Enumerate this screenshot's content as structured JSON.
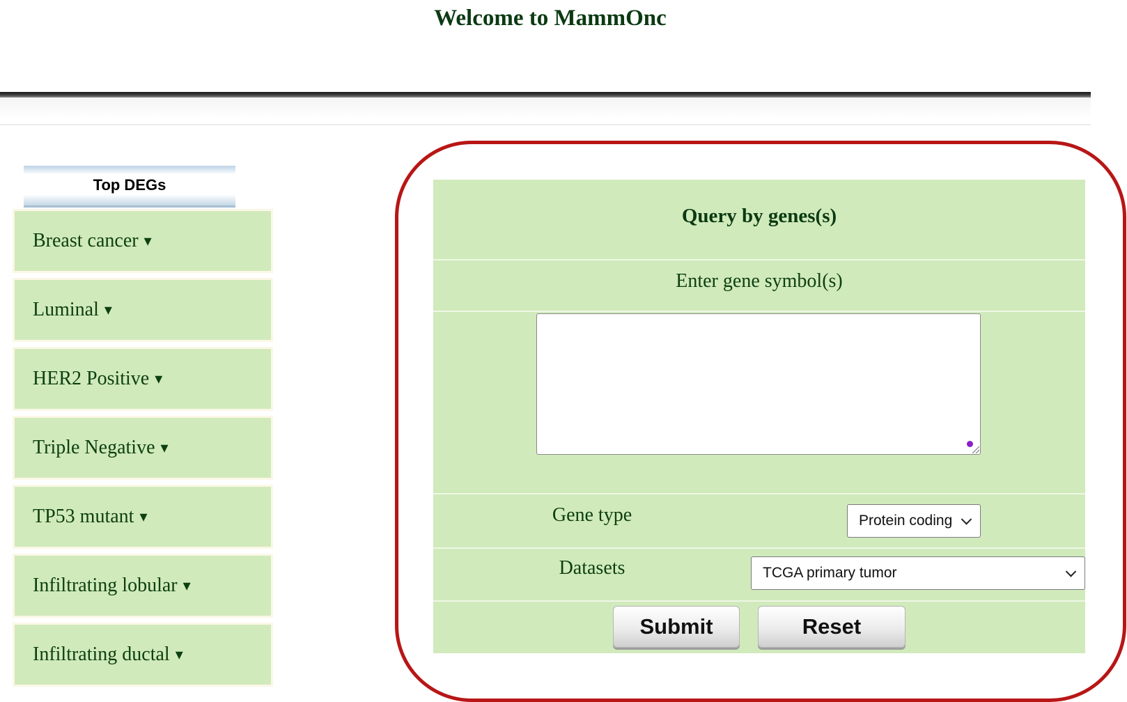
{
  "header": {
    "title": "Welcome to MammOnc"
  },
  "sidebar": {
    "heading": "Top DEGs",
    "arrow": "▾",
    "items": [
      {
        "label": "Breast cancer"
      },
      {
        "label": "Luminal"
      },
      {
        "label": "HER2 Positive"
      },
      {
        "label": "Triple Negative"
      },
      {
        "label": "TP53 mutant"
      },
      {
        "label": "Infiltrating lobular"
      },
      {
        "label": "Infiltrating ductal"
      }
    ]
  },
  "query": {
    "title": "Query by genes(s)",
    "gene_symbol_label": "Enter gene symbol(s)",
    "gene_symbol_value": "",
    "gene_type_label": "Gene type",
    "gene_type_selected": "Protein coding",
    "datasets_label": "Datasets",
    "datasets_selected": "TCGA primary tumor",
    "submit_label": "Submit",
    "reset_label": "Reset"
  },
  "colors": {
    "panel_green": "#d1eabc",
    "text_green": "#0d4010",
    "highlight_red": "#b81616"
  }
}
